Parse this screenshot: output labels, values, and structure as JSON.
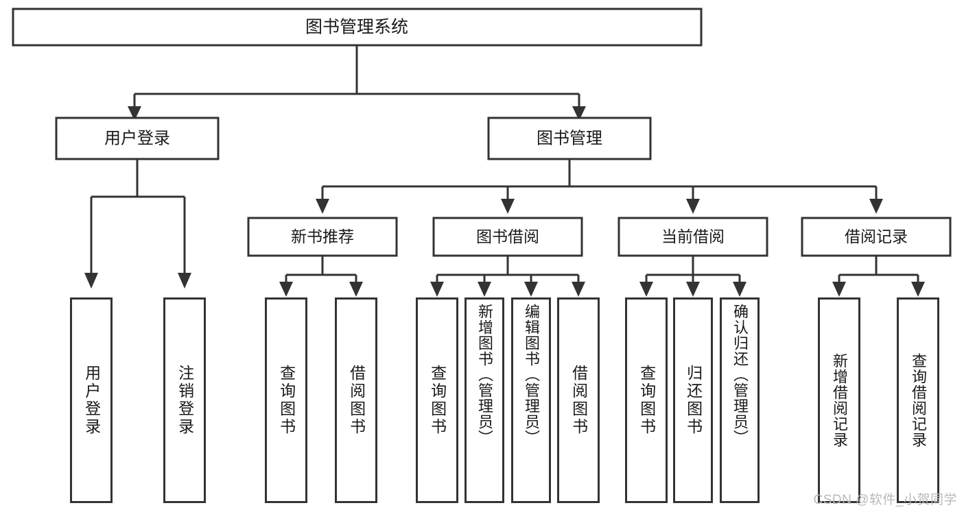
{
  "diagram": {
    "type": "tree",
    "title": "图书管理系统",
    "watermark": "CSDN @软件_小贺同学",
    "colors": {
      "stroke": "#333333",
      "fill": "#ffffff",
      "text": "#1a1a1a",
      "watermark": "#b9b9b9",
      "background": "#ffffff"
    },
    "levels": {
      "root": {
        "label": "图书管理系统"
      },
      "level2": [
        {
          "id": "user-login",
          "label": "用户登录"
        },
        {
          "id": "book-management",
          "label": "图书管理"
        }
      ],
      "level3": [
        {
          "id": "new-book-recommend",
          "label": "新书推荐",
          "parent": "book-management"
        },
        {
          "id": "book-borrow",
          "label": "图书借阅",
          "parent": "book-management"
        },
        {
          "id": "current-borrow",
          "label": "当前借阅",
          "parent": "book-management"
        },
        {
          "id": "borrow-record",
          "label": "借阅记录",
          "parent": "book-management"
        }
      ],
      "leaves": [
        {
          "id": "leaf-user-login",
          "label": "用户登录",
          "parent": "user-login"
        },
        {
          "id": "leaf-logout",
          "label": "注销登录",
          "parent": "user-login"
        },
        {
          "id": "leaf-query-book-1",
          "label": "查询图书",
          "parent": "new-book-recommend"
        },
        {
          "id": "leaf-borrow-book-1",
          "label": "借阅图书",
          "parent": "new-book-recommend"
        },
        {
          "id": "leaf-query-book-2",
          "label": "查询图书",
          "parent": "book-borrow"
        },
        {
          "id": "leaf-add-book",
          "label": "新增图书（管理员）",
          "parent": "book-borrow"
        },
        {
          "id": "leaf-edit-book",
          "label": "编辑图书（管理员）",
          "parent": "book-borrow"
        },
        {
          "id": "leaf-borrow-book-2",
          "label": "借阅图书",
          "parent": "book-borrow"
        },
        {
          "id": "leaf-query-book-3",
          "label": "查询图书",
          "parent": "current-borrow"
        },
        {
          "id": "leaf-return-book",
          "label": "归还图书",
          "parent": "current-borrow"
        },
        {
          "id": "leaf-confirm-return",
          "label": "确认归还（管理员）",
          "parent": "current-borrow"
        },
        {
          "id": "leaf-add-record",
          "label": "新增借阅记录",
          "parent": "borrow-record"
        },
        {
          "id": "leaf-query-record",
          "label": "查询借阅记录",
          "parent": "borrow-record"
        }
      ]
    }
  }
}
